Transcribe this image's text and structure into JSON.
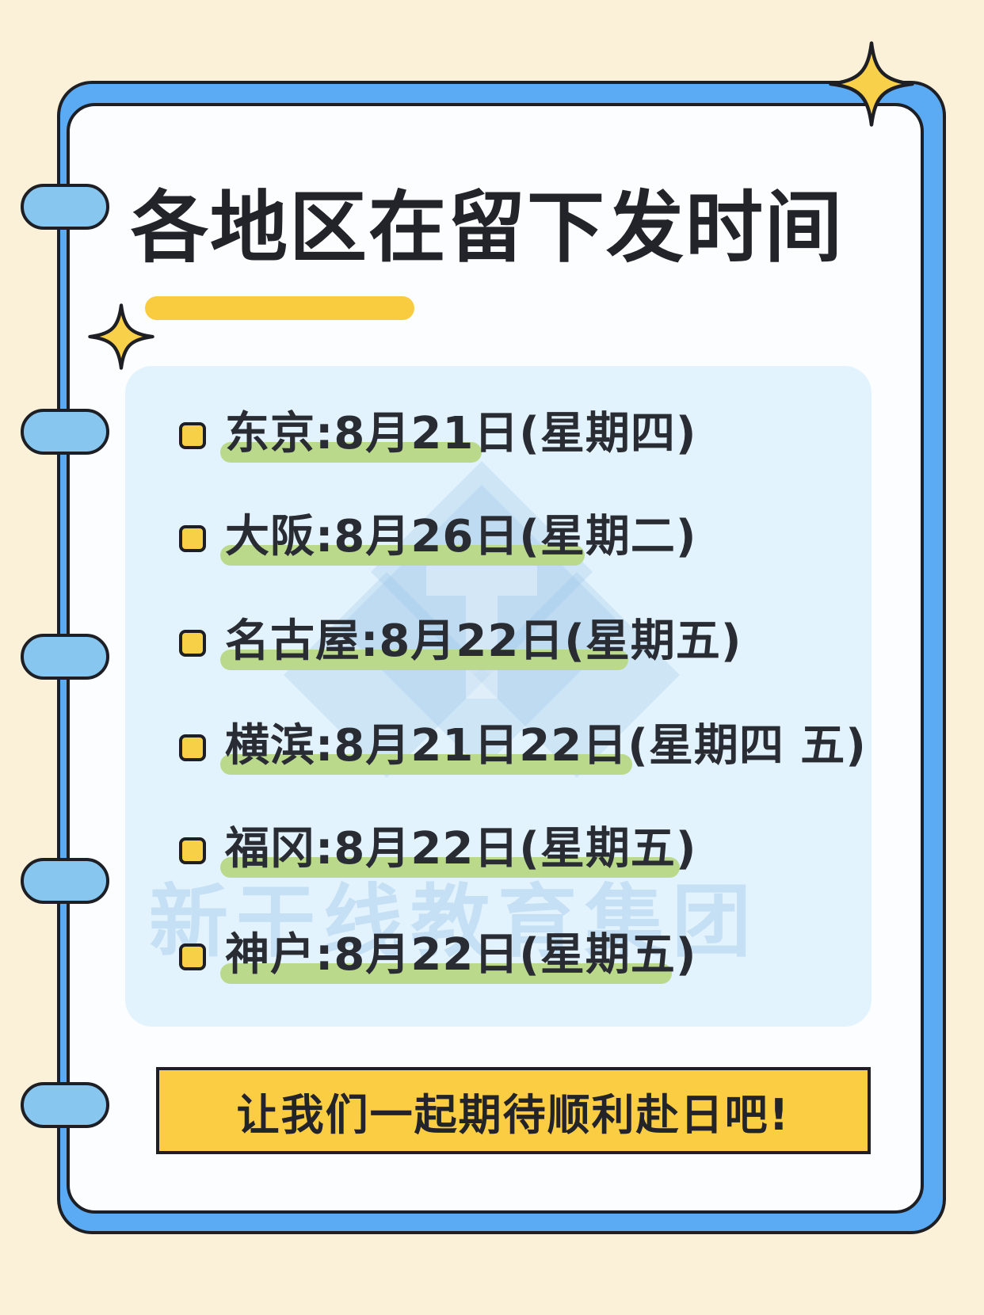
{
  "title": "各地区在留下发时间",
  "schedule": [
    {
      "label": "东京:8月21日(星期四)"
    },
    {
      "label": "大阪:8月26日(星期二)"
    },
    {
      "label": "名古屋:8月22日(星期五)"
    },
    {
      "label": "横滨:8月21日22日(星期四 五)"
    },
    {
      "label": "福冈:8月22日(星期五)"
    },
    {
      "label": "神户:8月22日(星期五)"
    }
  ],
  "banner": "让我们一起期待顺利赴日吧!",
  "watermark": "新干线教育集团",
  "colors": {
    "background": "#fbf1d8",
    "card_border": "#5aaaf4",
    "card_fill": "#fbfdff",
    "ring": "#86c6ef",
    "panel": "#e3f3fd",
    "title_underline": "#f8cc3e",
    "checkbox": "#f8d047",
    "item_highlight": "#bad98b",
    "banner": "#fbcd43",
    "sparkle": "#f9d04a"
  },
  "icons": [
    "sparkle-icon",
    "checkbox-icon",
    "binder-ring"
  ]
}
